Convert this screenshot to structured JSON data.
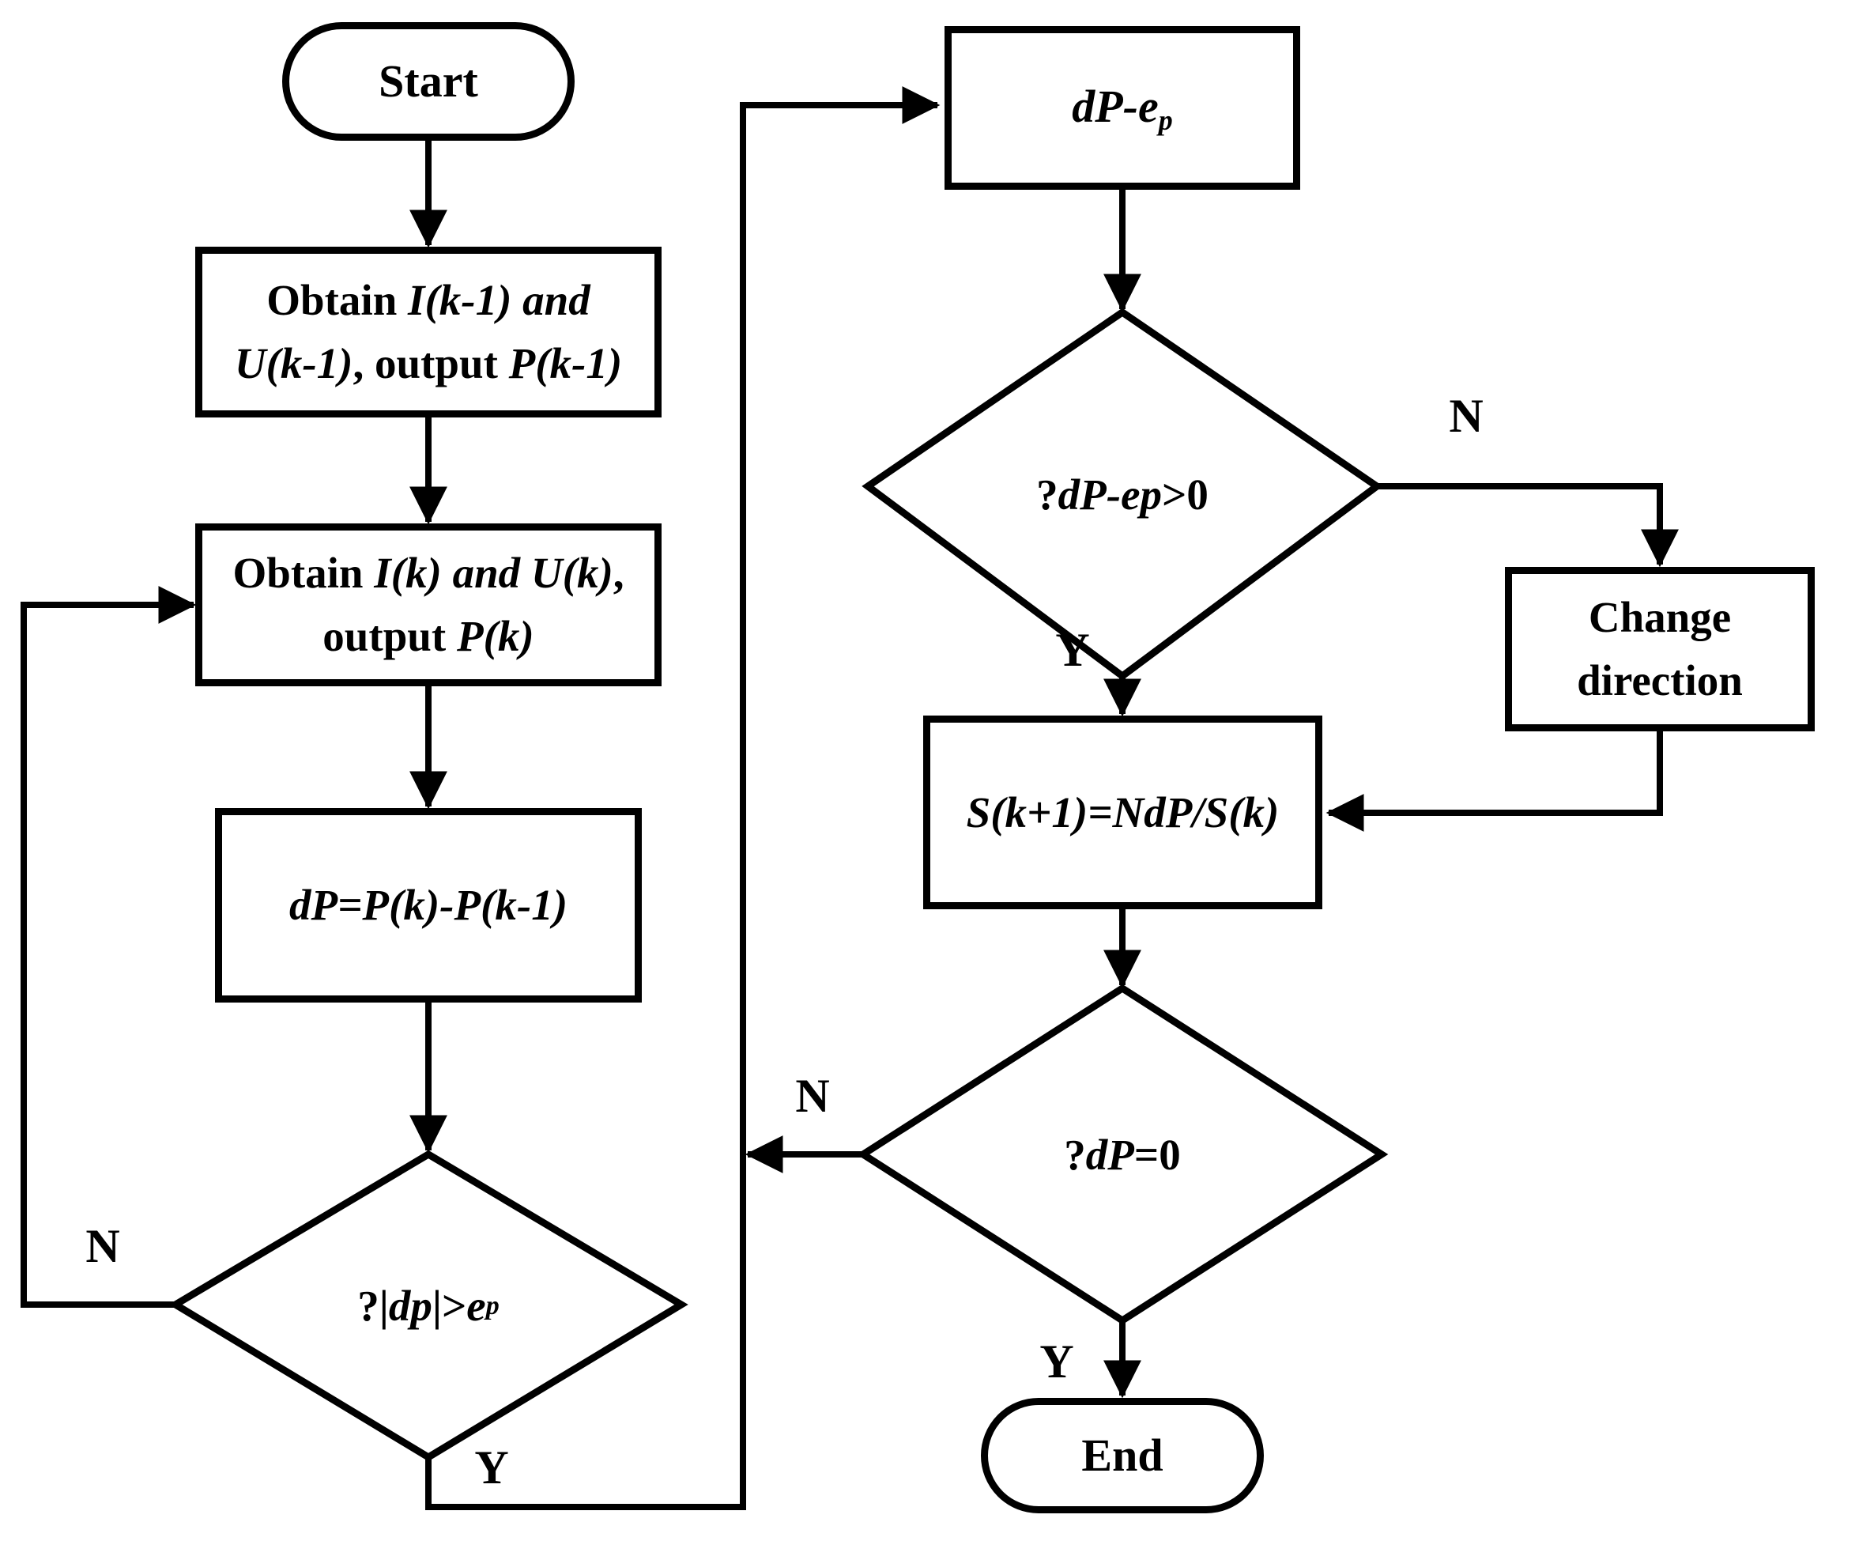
{
  "figure": {
    "kind": "flowchart",
    "colors": {
      "ink": "#000000",
      "background": "#ffffff"
    }
  },
  "nodes": {
    "start": {
      "shape": "terminator",
      "label": "Start"
    },
    "box_obtain_prev": {
      "shape": "process",
      "seg_obtain": "Obtain ",
      "seg_ik1": "I(k-1)",
      "seg_and": " and",
      "seg_uk1": "U(k-1)",
      "seg_comma_output": ", output ",
      "seg_pk1": "P(k-1)"
    },
    "box_obtain_cur": {
      "shape": "process",
      "seg_obtain": "Obtain ",
      "seg_ik": "I(k)",
      "seg_and": " and ",
      "seg_uk": "U(k)",
      "seg_comma": ",",
      "seg_output": "output ",
      "seg_pk": "P(k)"
    },
    "box_dp_calc": {
      "shape": "process",
      "formula": "dP=P(k)-P(k-1)"
    },
    "diamond_dp_threshold": {
      "shape": "decision",
      "seg_q": "?|",
      "seg_dp": "dp",
      "seg_bars_gt": "|>",
      "seg_e": "e",
      "seg_sub_p": "p"
    },
    "box_dp_minus_ep": {
      "shape": "process",
      "seg_main": "dP-e",
      "seg_sub_p": "p"
    },
    "diamond_dp_ep": {
      "shape": "decision",
      "seg_q": "?",
      "seg_expr": "dP-ep",
      "seg_gt": ">0"
    },
    "box_change_direction": {
      "shape": "process",
      "line1": "Change",
      "line2": "direction"
    },
    "box_step_update": {
      "shape": "process",
      "formula": "S(k+1)=NdP/S(k)"
    },
    "diamond_dp_zero": {
      "shape": "decision",
      "seg_q": "?",
      "seg_dp": "dP",
      "seg_eq": "=0"
    },
    "end": {
      "shape": "terminator",
      "label": "End"
    }
  },
  "edge_labels": {
    "d1_no": "N",
    "d1_yes": "Y",
    "d2_no": "N",
    "d2_yes": "Y",
    "d3_no": "N",
    "d3_yes": "Y"
  }
}
